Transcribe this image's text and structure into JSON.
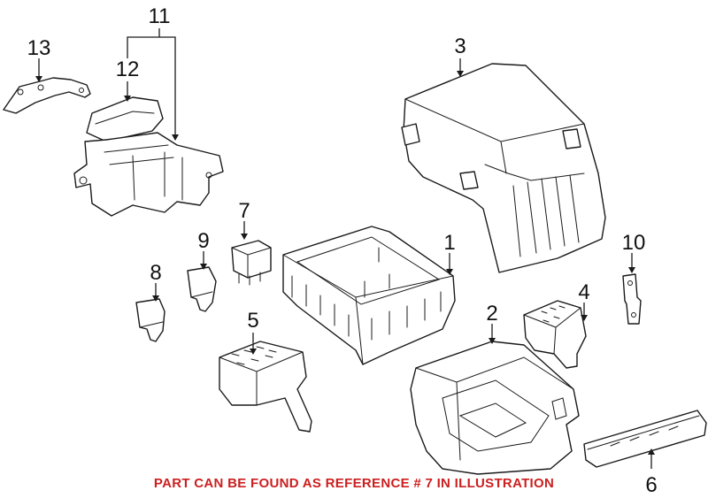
{
  "callouts": {
    "c1": "1",
    "c2": "2",
    "c3": "3",
    "c4": "4",
    "c5": "5",
    "c6": "6",
    "c7": "7",
    "c8": "8",
    "c9": "9",
    "c10": "10",
    "c11": "11",
    "c12": "12",
    "c13": "13"
  },
  "note": {
    "text": "PART CAN BE FOUND AS REFERENCE # 7 IN ILLUSTRATION",
    "color": "#cc1f1f"
  },
  "colors": {
    "line": "#1a1a1a",
    "background": "#ffffff"
  }
}
